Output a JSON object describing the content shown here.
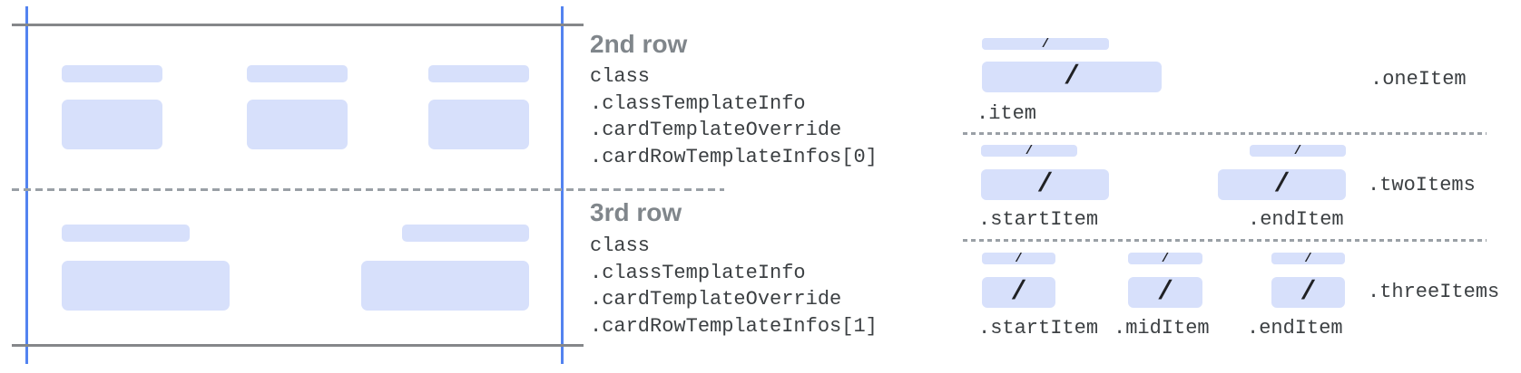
{
  "colors": {
    "bar_fill": "#d7e0fb",
    "slash": "#202124",
    "blue_guide_line": "#5383f0",
    "gray_edge_line": "#85878a",
    "dashed_line": "#9aa0a6",
    "heading_text": "#80868b",
    "code_text": "#3c4043",
    "background": "#ffffff"
  },
  "slash_glyph": "/",
  "left_panel": {
    "rows": [
      {
        "heading": "2nd row",
        "code_lines": [
          "class",
          ".classTemplateInfo",
          ".cardTemplateOverride",
          ".cardRowTemplateInfos[0]"
        ]
      },
      {
        "heading": "3rd row",
        "code_lines": [
          "class",
          ".classTemplateInfo",
          ".cardTemplateOverride",
          ".cardRowTemplateInfos[1]"
        ]
      }
    ]
  },
  "right_panel": {
    "sections": [
      {
        "name": "one-item",
        "item_labels": [
          ".item"
        ],
        "class_label": ".oneItem"
      },
      {
        "name": "two-items",
        "item_labels": [
          ".startItem",
          ".endItem"
        ],
        "class_label": ".twoItems"
      },
      {
        "name": "three-items",
        "item_labels": [
          ".startItem",
          ".midItem",
          ".endItem"
        ],
        "class_label": ".threeItems"
      }
    ]
  }
}
